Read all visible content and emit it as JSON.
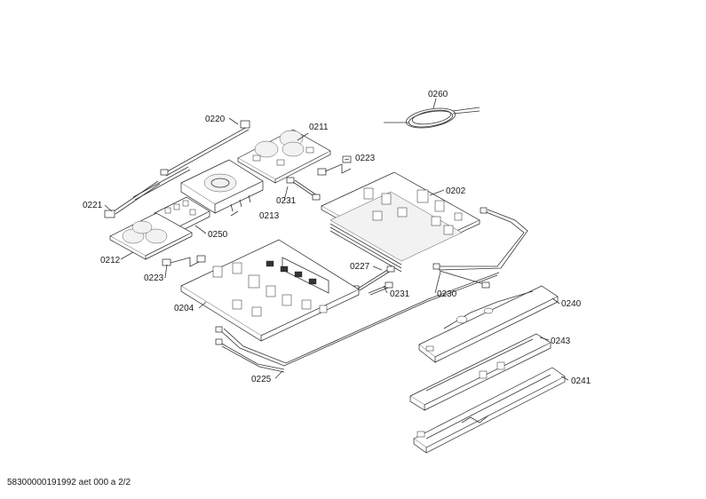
{
  "parts": [
    {
      "id": "p0260",
      "label": "0260"
    },
    {
      "id": "p0220",
      "label": "0220"
    },
    {
      "id": "p0211",
      "label": "0211"
    },
    {
      "id": "p0223a",
      "label": "0223"
    },
    {
      "id": "p0231a",
      "label": "0231"
    },
    {
      "id": "p0202",
      "label": "0202"
    },
    {
      "id": "p0221",
      "label": "0221"
    },
    {
      "id": "p0213",
      "label": "0213"
    },
    {
      "id": "p0250",
      "label": "0250"
    },
    {
      "id": "p0212",
      "label": "0212"
    },
    {
      "id": "p0223b",
      "label": "0223"
    },
    {
      "id": "p0227",
      "label": "0227"
    },
    {
      "id": "p0231b",
      "label": "0231"
    },
    {
      "id": "p0230",
      "label": "0230"
    },
    {
      "id": "p0204",
      "label": "0204"
    },
    {
      "id": "p0240",
      "label": "0240"
    },
    {
      "id": "p0243",
      "label": "0243"
    },
    {
      "id": "p0225",
      "label": "0225"
    },
    {
      "id": "p0241",
      "label": "0241"
    }
  ],
  "footer": "58300000191992 aet 000 a 2/2"
}
